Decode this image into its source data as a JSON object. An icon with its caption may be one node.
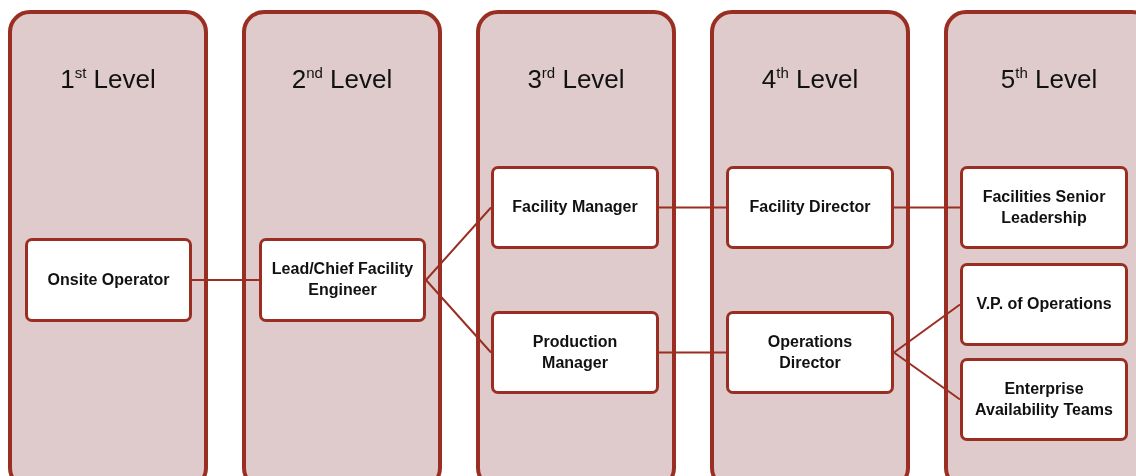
{
  "diagram": {
    "nodes": [
      {
        "text": [
          "1$^{st}$ Level"
        ]
      },
      {
        "text": [
          "2$^{nd}$ Level"
        ]
      },
      {
        "text": [
          "3$^{rd}$ Level"
        ]
      },
      {
        "text": [
          "4$^{th}$ Level"
        ]
      },
      {
        "text": [
          "5$^{th}$ Level"
        ]
      },
      {
        "text": [
          "Onsite Operator"
        ],
        "in": 0
      },
      {
        "text": [
          "Lead/Chief Facility Engineer"
        ],
        "in": 1
      },
      {
        "text": [
          "Facility Manager"
        ],
        "in": 2
      },
      {
        "text": [
          "Production Manager"
        ],
        "in": 2
      },
      {
        "text": [
          "Facility Director"
        ],
        "in": 3
      },
      {
        "text": [
          "Operations Director"
        ],
        "in": 3
      },
      {
        "text": [
          "Facilities Senior Leadership"
        ],
        "in": 4
      },
      {
        "text": [
          "V.P. of Operations"
        ],
        "in": 4
      },
      {
        "text": [
          "Enterprise Availability Teams"
        ],
        "in": 4
      }
    ],
    "edges": [
      {
        "from": 5,
        "to": 6,
        "arrow": "none"
      },
      {
        "from": 6,
        "to": 7,
        "arrow": "none"
      },
      {
        "from": 6,
        "to": 8,
        "arrow": "none"
      },
      {
        "from": 7,
        "to": 9,
        "arrow": "none"
      },
      {
        "from": 8,
        "to": 10,
        "arrow": "none"
      },
      {
        "from": 9,
        "to": 11,
        "arrow": "none"
      },
      {
        "from": 10,
        "to": 12,
        "arrow": "none"
      },
      {
        "from": 10,
        "to": 13,
        "arrow": "none"
      }
    ]
  }
}
